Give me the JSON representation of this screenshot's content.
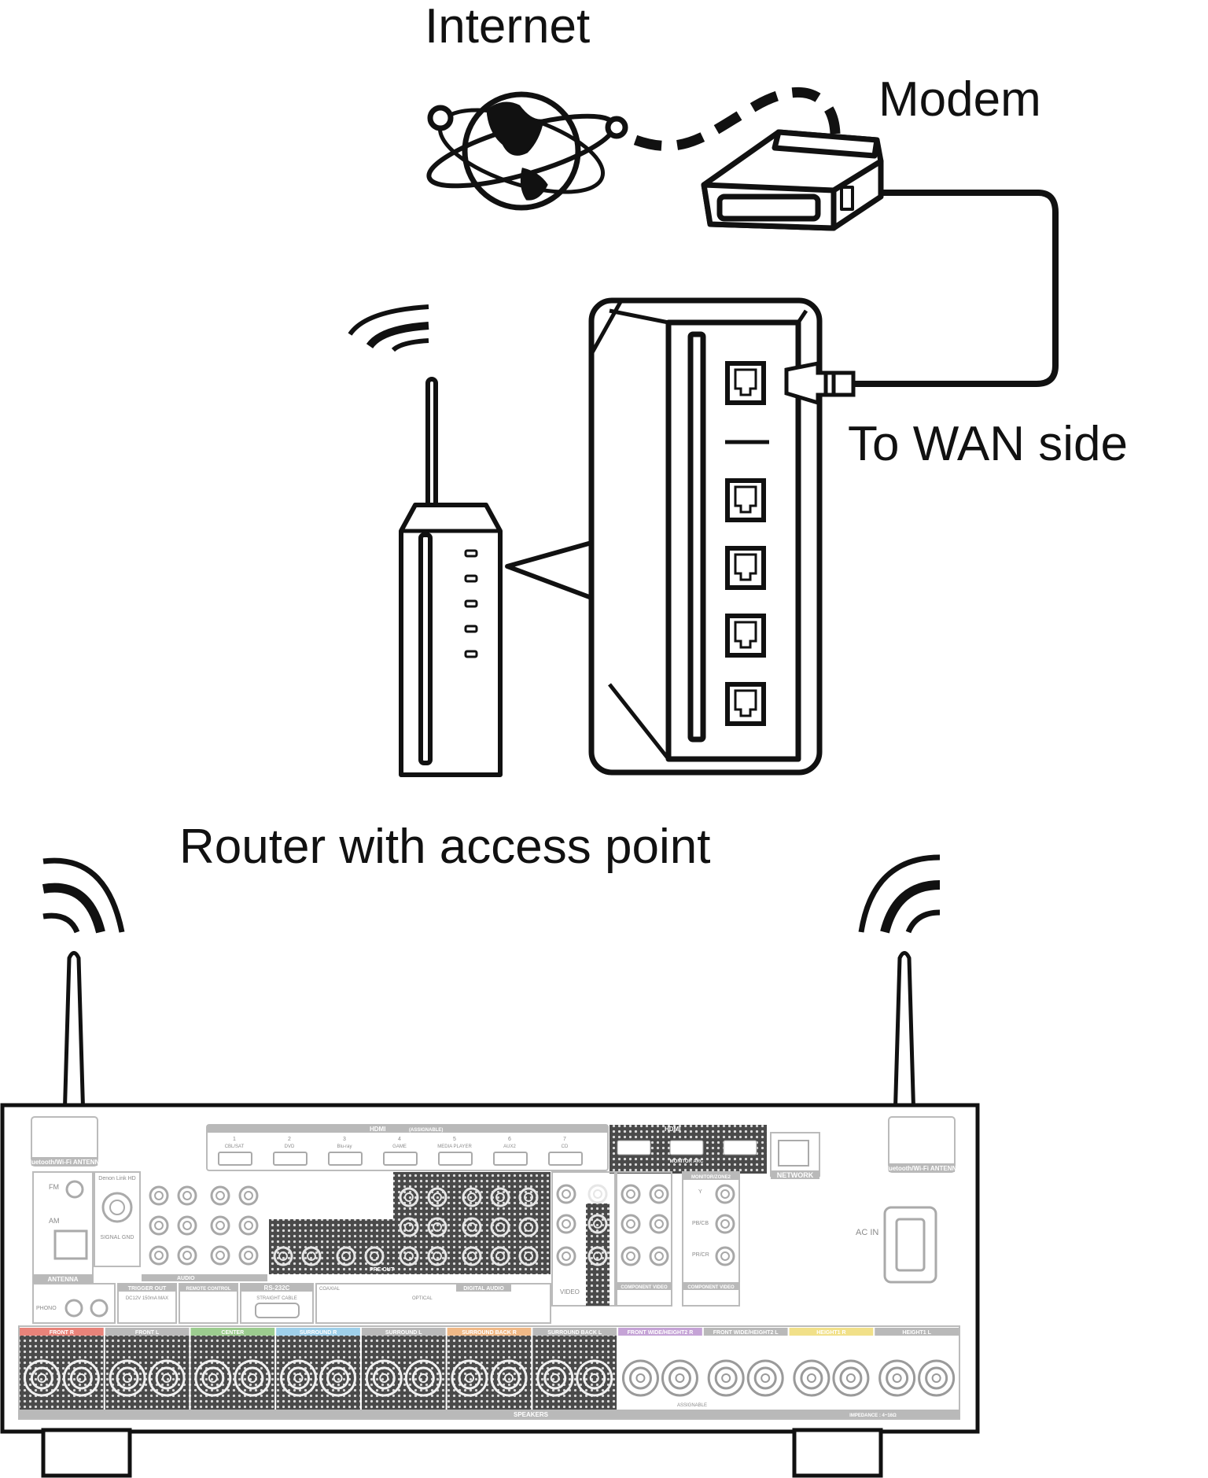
{
  "labels": {
    "internet": "Internet",
    "modem": "Modem",
    "wan": "To WAN side",
    "router": "Router with access point"
  },
  "panel": {
    "hdmi_in": "HDMI",
    "hdmi_in_sub": "(ASSIGNABLE)",
    "hdmi_inputs": [
      "CBL/SAT",
      "DVD",
      "Blu-ray",
      "GAME",
      "MEDIA PLAYER",
      "AUX2",
      "CD"
    ],
    "hdmi_out": "HDMI",
    "monitor_arc": "MONITOR ARC",
    "network": "NETWORK",
    "bt_antenna_left": "Bluetooth/Wi-Fi ANTENNA",
    "bt_antenna_right": "Bluetooth/Wi-Fi ANTENNA",
    "antenna": "ANTENNA",
    "fm": "FM",
    "am": "AM",
    "denon_link": "Denon Link HD",
    "signal_gnd": "SIGNAL GND",
    "audio_in": "AUDIO",
    "preout": "PRE OUT",
    "ac_in": "AC IN",
    "phono": "PHONO",
    "trigger_out": "TRIGGER OUT",
    "trigger_spec": "DC12V 150mA MAX",
    "remote_control": "REMOTE CONTROL",
    "rs232c": "RS-232C",
    "straight_cable": "STRAIGHT CABLE",
    "digital_audio": "DIGITAL AUDIO",
    "coaxial": "COAXIAL",
    "optical": "OPTICAL",
    "video": "VIDEO",
    "component_video_in": "COMPONENT VIDEO",
    "component_video_out": "COMPONENT VIDEO",
    "monitor_zone2": "MONITOR/ZONE2",
    "y": "Y",
    "pb": "PB/CB",
    "pr": "PR/CR",
    "speakers": "SPEAKERS",
    "assignable": "ASSIGNABLE",
    "impedance": "IMPEDANCE : 4~16Ω",
    "speaker_groups": [
      "FRONT R",
      "FRONT L",
      "CENTER",
      "SURROUND R",
      "SURROUND L",
      "SURROUND BACK R",
      "SURROUND BACK L",
      "FRONT WIDE/HEIGHT2 R",
      "FRONT WIDE/HEIGHT2 L",
      "HEIGHT1 R",
      "HEIGHT1 L"
    ],
    "speaker_colors": [
      "#e8837a",
      "#b9b9b9",
      "#9ccc8f",
      "#9fd0ea",
      "#b9b9b9",
      "#f0b987",
      "#b9b9b9",
      "#c5a3d6",
      "#b9b9b9",
      "#f1e089",
      "#b9b9b9"
    ]
  }
}
